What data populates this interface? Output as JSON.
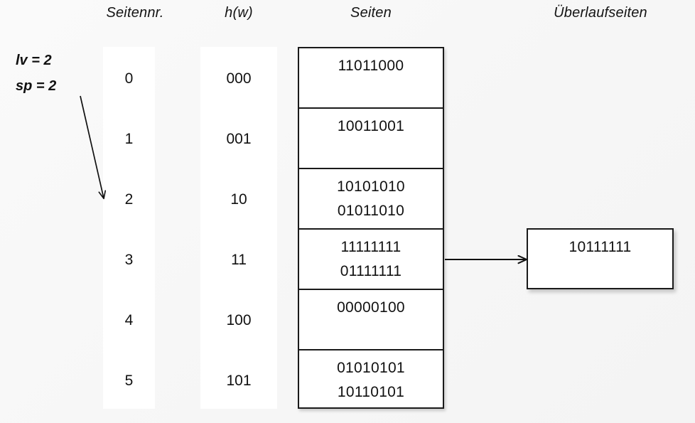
{
  "headers": {
    "seitennr": "Seitennr.",
    "hw": "h(w)",
    "seiten": "Seiten",
    "ueberlaufseiten": "Überlaufseiten"
  },
  "params": {
    "lv": "lv = 2",
    "sp": "sp = 2"
  },
  "rows": [
    {
      "seitennr": "0",
      "hw": "000",
      "lines": [
        "11011000"
      ]
    },
    {
      "seitennr": "1",
      "hw": "001",
      "lines": [
        "10011001"
      ]
    },
    {
      "seitennr": "2",
      "hw": "10",
      "lines": [
        "10101010",
        "01011010"
      ]
    },
    {
      "seitennr": "3",
      "hw": "11",
      "lines": [
        "11111111",
        "01111111"
      ]
    },
    {
      "seitennr": "4",
      "hw": "100",
      "lines": [
        "00000100"
      ]
    },
    {
      "seitennr": "5",
      "hw": "101",
      "lines": [
        "01010101",
        "10110101"
      ]
    }
  ],
  "overflow": {
    "bits": "10111111"
  },
  "colors": {
    "background": "#f7f7f7",
    "box_fill": "#ffffff",
    "stroke": "#1a1a1a",
    "text": "#111111"
  }
}
